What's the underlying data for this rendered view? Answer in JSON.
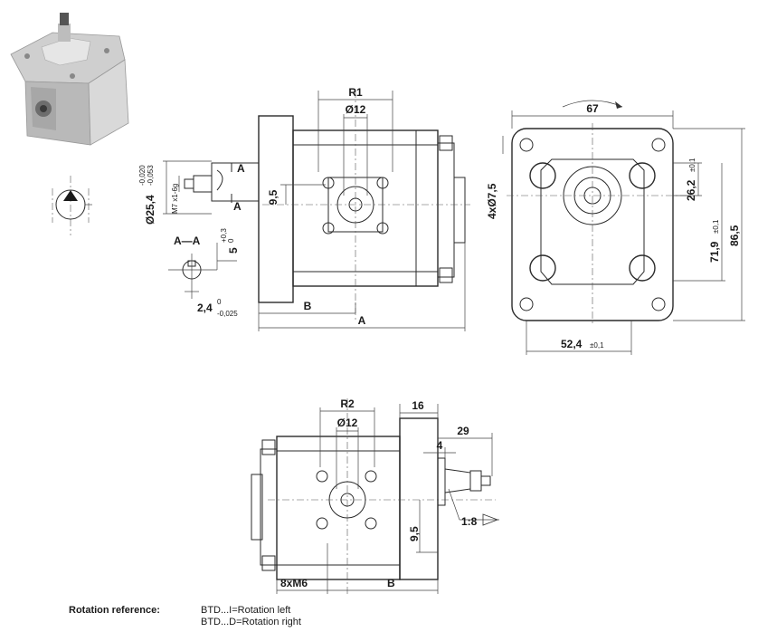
{
  "front_view": {
    "label_r1": "R1",
    "label_bore": "Ø12",
    "label_9_5": "9,5",
    "label_b": "B",
    "label_a": "A",
    "section_a_top": "A",
    "section_a_bottom": "A",
    "shaft_diameter": "Ø25,4",
    "shaft_diameter_tol_upper": "-0,020",
    "shaft_diameter_tol_lower": "-0,053",
    "shaft_thread": "M7 x1-6g"
  },
  "section_view": {
    "title": "A—A",
    "key_height": "5",
    "key_height_tol_upper": "+0,3",
    "key_height_tol_lower": "0",
    "key_width": "2,4",
    "key_width_tol_upper": "0",
    "key_width_tol_lower": "-0,025"
  },
  "flange_view": {
    "width": "67",
    "holes": "4xØ7,5",
    "dim_26_2": "26,2",
    "dim_26_2_tol": "±0,1",
    "dim_71_9": "71,9",
    "dim_71_9_tol": "±0,1",
    "dim_86_5": "86,5",
    "dim_52_4": "52,4",
    "dim_52_4_tol": "±0,1"
  },
  "rear_view": {
    "label_r2": "R2",
    "label_bore": "Ø12",
    "dim_16": "16",
    "dim_29": "29",
    "dim_4": "4",
    "taper": "1:8",
    "dim_9_5": "9,5",
    "thread": "8xM6",
    "label_b": "B"
  },
  "legend": {
    "label": "Rotation reference:",
    "line1": "BTD...I=Rotation left",
    "line2": "BTD...D=Rotation right"
  }
}
